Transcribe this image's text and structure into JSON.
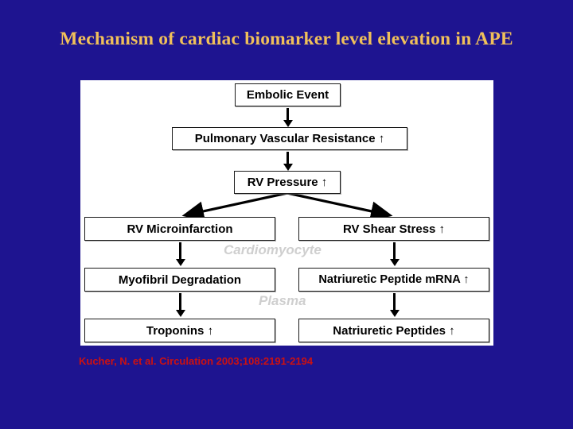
{
  "slide": {
    "title": "Mechanism of cardiac biomarker level elevation in APE",
    "background_color": "#1e1490",
    "title_color": "#f0c05a",
    "panel_color": "#ffffff",
    "citation": "Kucher, N. et al. Circulation 2003;108:2191-2194",
    "citation_color": "#cc1111"
  },
  "diagram": {
    "type": "flowchart",
    "compartments": [
      {
        "label": "Cardiomyocyte",
        "color": "#cfcfcf"
      },
      {
        "label": "Plasma",
        "color": "#cfcfcf"
      }
    ],
    "nodes": [
      {
        "id": "embolic-event",
        "label": "Embolic Event"
      },
      {
        "id": "pulmonary-vascular-resistance",
        "label": "Pulmonary Vascular Resistance ↑"
      },
      {
        "id": "rv-pressure",
        "label": "RV Pressure ↑"
      },
      {
        "id": "rv-microinfarction",
        "label": "RV Microinfarction"
      },
      {
        "id": "rv-shear-stress",
        "label": "RV Shear Stress ↑"
      },
      {
        "id": "myofibril-degradation",
        "label": "Myofibril Degradation"
      },
      {
        "id": "natriuretic-peptide-mrna",
        "label": "Natriuretic Peptide mRNA ↑"
      },
      {
        "id": "troponins",
        "label": "Troponins ↑"
      },
      {
        "id": "natriuretic-peptides",
        "label": "Natriuretic Peptides ↑"
      }
    ],
    "edges": [
      {
        "from": "embolic-event",
        "to": "pulmonary-vascular-resistance",
        "style": "straight-down"
      },
      {
        "from": "pulmonary-vascular-resistance",
        "to": "rv-pressure",
        "style": "straight-down"
      },
      {
        "from": "rv-pressure",
        "to": "rv-microinfarction",
        "style": "diagonal-left"
      },
      {
        "from": "rv-pressure",
        "to": "rv-shear-stress",
        "style": "diagonal-right"
      },
      {
        "from": "rv-microinfarction",
        "to": "myofibril-degradation",
        "style": "straight-down"
      },
      {
        "from": "rv-shear-stress",
        "to": "natriuretic-peptide-mrna",
        "style": "straight-down"
      },
      {
        "from": "myofibril-degradation",
        "to": "troponins",
        "style": "straight-down"
      },
      {
        "from": "natriuretic-peptide-mrna",
        "to": "natriuretic-peptides",
        "style": "straight-down"
      }
    ]
  }
}
